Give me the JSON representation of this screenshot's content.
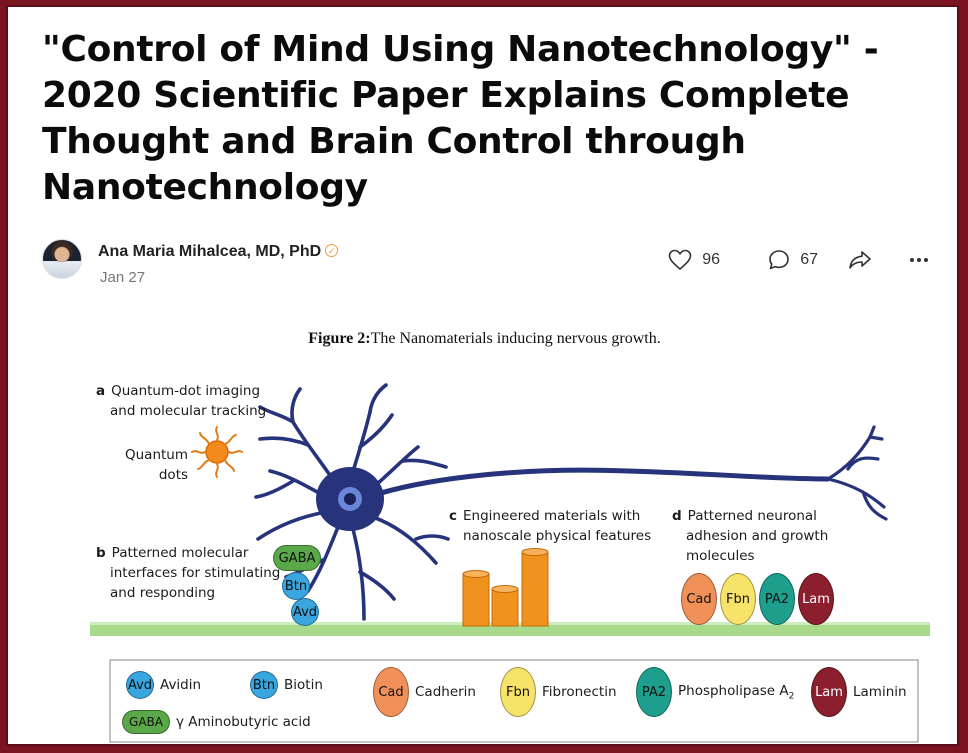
{
  "article": {
    "title": "\"Control of Mind Using Nanotechnology\" - 2020 Scientific Paper Explains Complete Thought and Brain Control through Nanotechnology",
    "author": "Ana Maria Mihalcea, MD, PhD",
    "date": "Jan 27",
    "likes": "96",
    "comments": "67",
    "icons": [
      "heart-icon",
      "comment-icon",
      "share-icon",
      "more-icon",
      "verified-icon"
    ]
  },
  "figure": {
    "caption_label": "Figure 2:",
    "caption_text": "The Nanomaterials inducing nervous growth.",
    "panel_a": {
      "letter": "a",
      "line1": "Quantum-dot imaging",
      "line2": "and molecular tracking"
    },
    "quantum_dots": {
      "line1": "Quantum",
      "line2": "dots"
    },
    "panel_b": {
      "letter": "b",
      "line1": "Patterned molecular",
      "line2": "interfaces for stimulating",
      "line3": "and responding"
    },
    "panel_c": {
      "letter": "c",
      "line1": "Engineered materials with",
      "line2": "nanoscale physical features"
    },
    "panel_d": {
      "letter": "d",
      "line1": "Patterned neuronal",
      "line2": "adhesion and growth",
      "line3": "molecules"
    },
    "molecules_b": [
      "GABA",
      "Btn",
      "Avd"
    ],
    "molecules_d": [
      "Cad",
      "Fbn",
      "PA2",
      "Lam"
    ],
    "legend": [
      {
        "abbr": "Avd",
        "name": "Avidin",
        "color": "#3aa6e0"
      },
      {
        "abbr": "Btn",
        "name": "Biotin",
        "color": "#3aa6e0"
      },
      {
        "abbr": "Cad",
        "name": "Cadherin",
        "color": "#f0915a"
      },
      {
        "abbr": "Fbn",
        "name": "Fibronectin",
        "color": "#f7e36a"
      },
      {
        "abbr": "PA2",
        "name": "Phospholipase A",
        "color": "#1e9e8c"
      },
      {
        "abbr": "Lam",
        "name": "Laminin",
        "color": "#8c1f2e"
      },
      {
        "abbr": "GABA",
        "name": "γ Aminobutyric acid",
        "color": "#5aa84a"
      }
    ],
    "legend_pa2_subscript": "2",
    "colors": {
      "neuron": "#27337a",
      "substrate": "#a9d98a",
      "pillars": "#f0921e",
      "frame": "#7a1420"
    }
  }
}
